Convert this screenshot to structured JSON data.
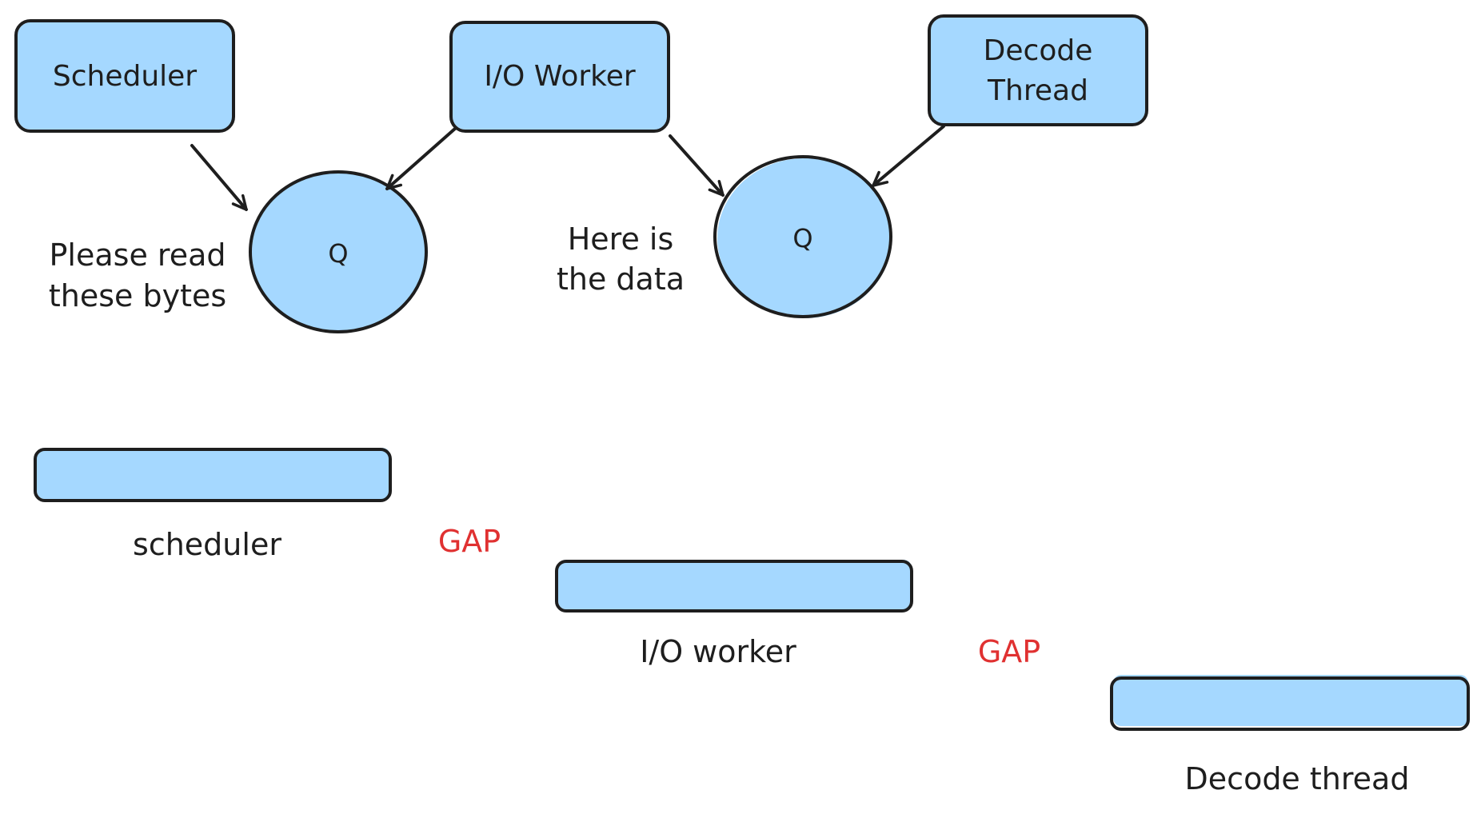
{
  "colors": {
    "fill": "#a5d8ff",
    "stroke": "#1e1e1e",
    "gap": "#e03131"
  },
  "nodes": {
    "scheduler": "Scheduler",
    "io_worker": "I/O Worker",
    "decode_line1": "Decode",
    "decode_line2": "Thread",
    "queue1": "Q",
    "queue2": "Q"
  },
  "annotations": {
    "request_line1": "Please read",
    "request_line2": "these bytes",
    "response_line1": "Here is",
    "response_line2": "the data"
  },
  "timeline": {
    "scheduler": "scheduler",
    "io_worker": "I/O worker",
    "decode_thread": "Decode thread",
    "gap1": "GAP",
    "gap2": "GAP"
  }
}
